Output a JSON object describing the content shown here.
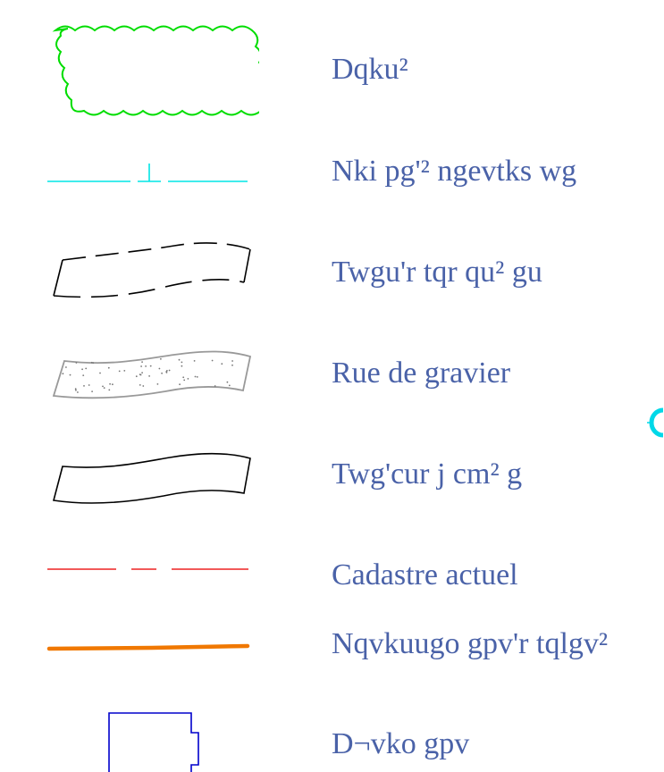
{
  "legend": {
    "items": [
      {
        "label": "Dqku²",
        "symbol": "cloud-outline",
        "color": "#00dd00"
      },
      {
        "label": "Nki pg'² ngevtks wg",
        "symbol": "cable-line",
        "color": "#00e5e5"
      },
      {
        "label": "Twgu'r tqr qu² gu",
        "symbol": "dashed-road",
        "color": "#000000"
      },
      {
        "label": "Rue de gravier",
        "symbol": "gravel-road",
        "color": "#999999"
      },
      {
        "label": "Twg'cur j cm² g",
        "symbol": "solid-road",
        "color": "#000000"
      },
      {
        "label": "Cadastre actuel",
        "symbol": "dashed-red-line",
        "color": "#ee2222"
      },
      {
        "label": "Nqvkuugo gpv'r tqlgv²",
        "symbol": "thick-orange-line",
        "color": "#f07800"
      },
      {
        "label": "D¬vko gpv",
        "symbol": "building-outline",
        "color": "#0000cc"
      }
    ],
    "label_color": "#4a62a8"
  },
  "stray_mark": {
    "symbol": "partial-circle",
    "color": "#00d8e8"
  }
}
